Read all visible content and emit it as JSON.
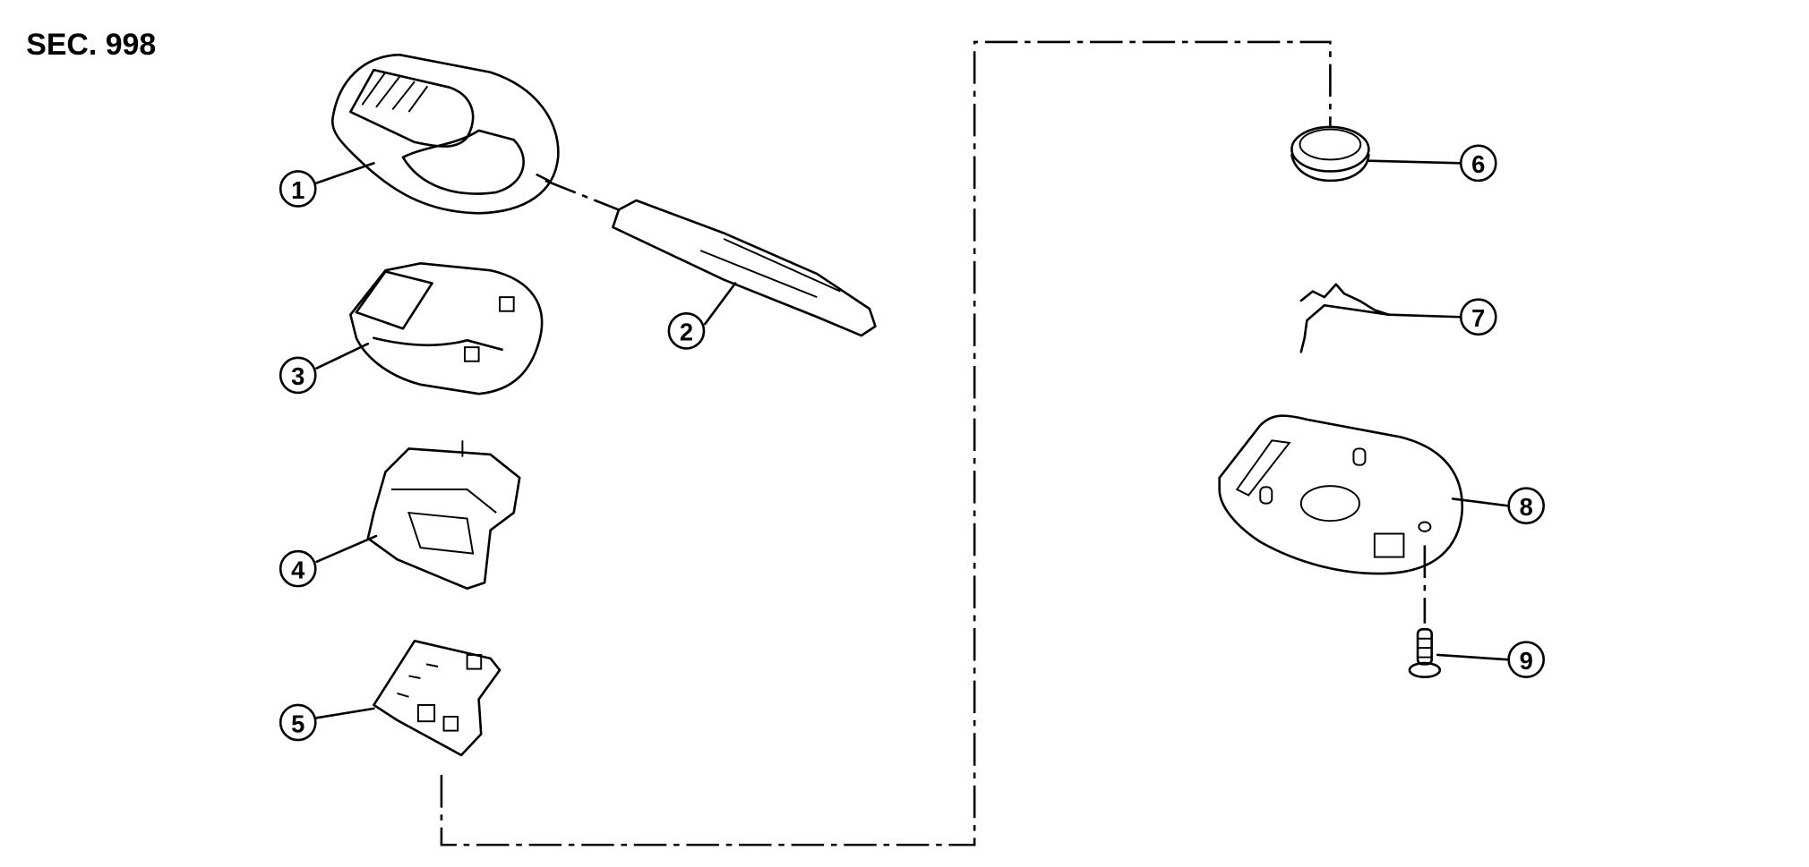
{
  "section_label": "SEC. 998",
  "callouts": [
    {
      "number": "1"
    },
    {
      "number": "2"
    },
    {
      "number": "3"
    },
    {
      "number": "4"
    },
    {
      "number": "5"
    },
    {
      "number": "6"
    },
    {
      "number": "7"
    },
    {
      "number": "8"
    },
    {
      "number": "9"
    }
  ]
}
